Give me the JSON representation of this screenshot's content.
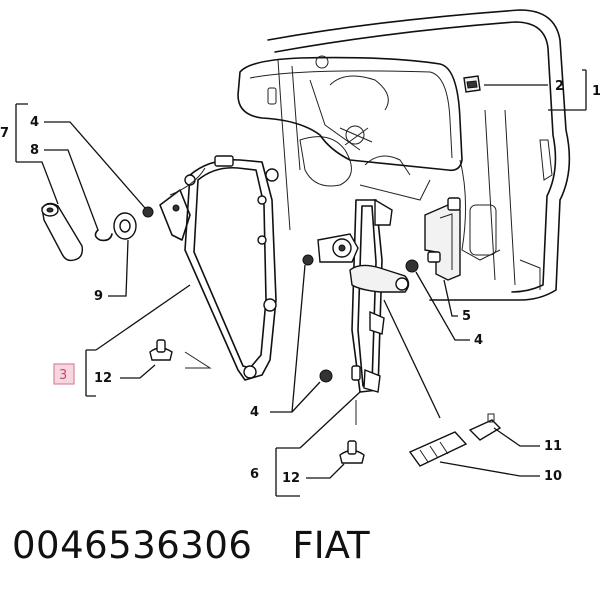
{
  "labels": {
    "l1": "1",
    "l2": "2",
    "l3": "3",
    "l4a": "4",
    "l4b": "4",
    "l4c": "4",
    "l5": "5",
    "l6": "6",
    "l7": "7",
    "l8": "8",
    "l9": "9",
    "l10": "10",
    "l11": "11",
    "l12a": "12",
    "l12b": "12"
  },
  "footer": {
    "part_number": "0046536306",
    "brand": "FIAT"
  },
  "colors": {
    "highlight_fill": "#f7d6df",
    "highlight_border": "#d9879c",
    "line": "#111111"
  }
}
